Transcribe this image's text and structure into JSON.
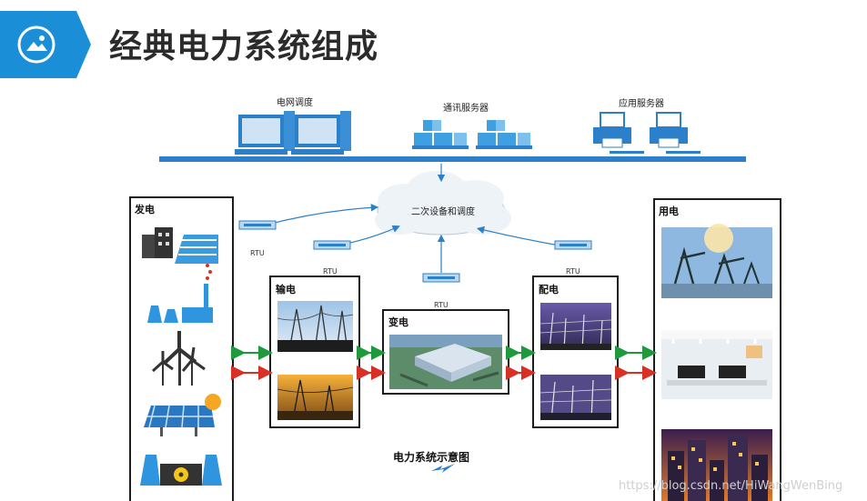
{
  "title": "经典电力系统组成",
  "top_network": {
    "dispatch_label": "电网调度",
    "comm_server_label": "通讯服务器",
    "app_server_label": "应用服务器"
  },
  "cloud_label": "二次设备和调度",
  "rtu_label": "RTU",
  "panels": {
    "generation": "发电",
    "transmission": "输电",
    "substation": "变电",
    "distribution": "配电",
    "consumption": "用电"
  },
  "caption": "电力系统示意图",
  "watermark": "https://blog.csdn.net/HiWangWenBing",
  "colors": {
    "accent_blue": "#1a8fd8",
    "bus_blue": "#2c7fc9",
    "arrow_green": "#1e9a3c",
    "arrow_red": "#d93025"
  }
}
